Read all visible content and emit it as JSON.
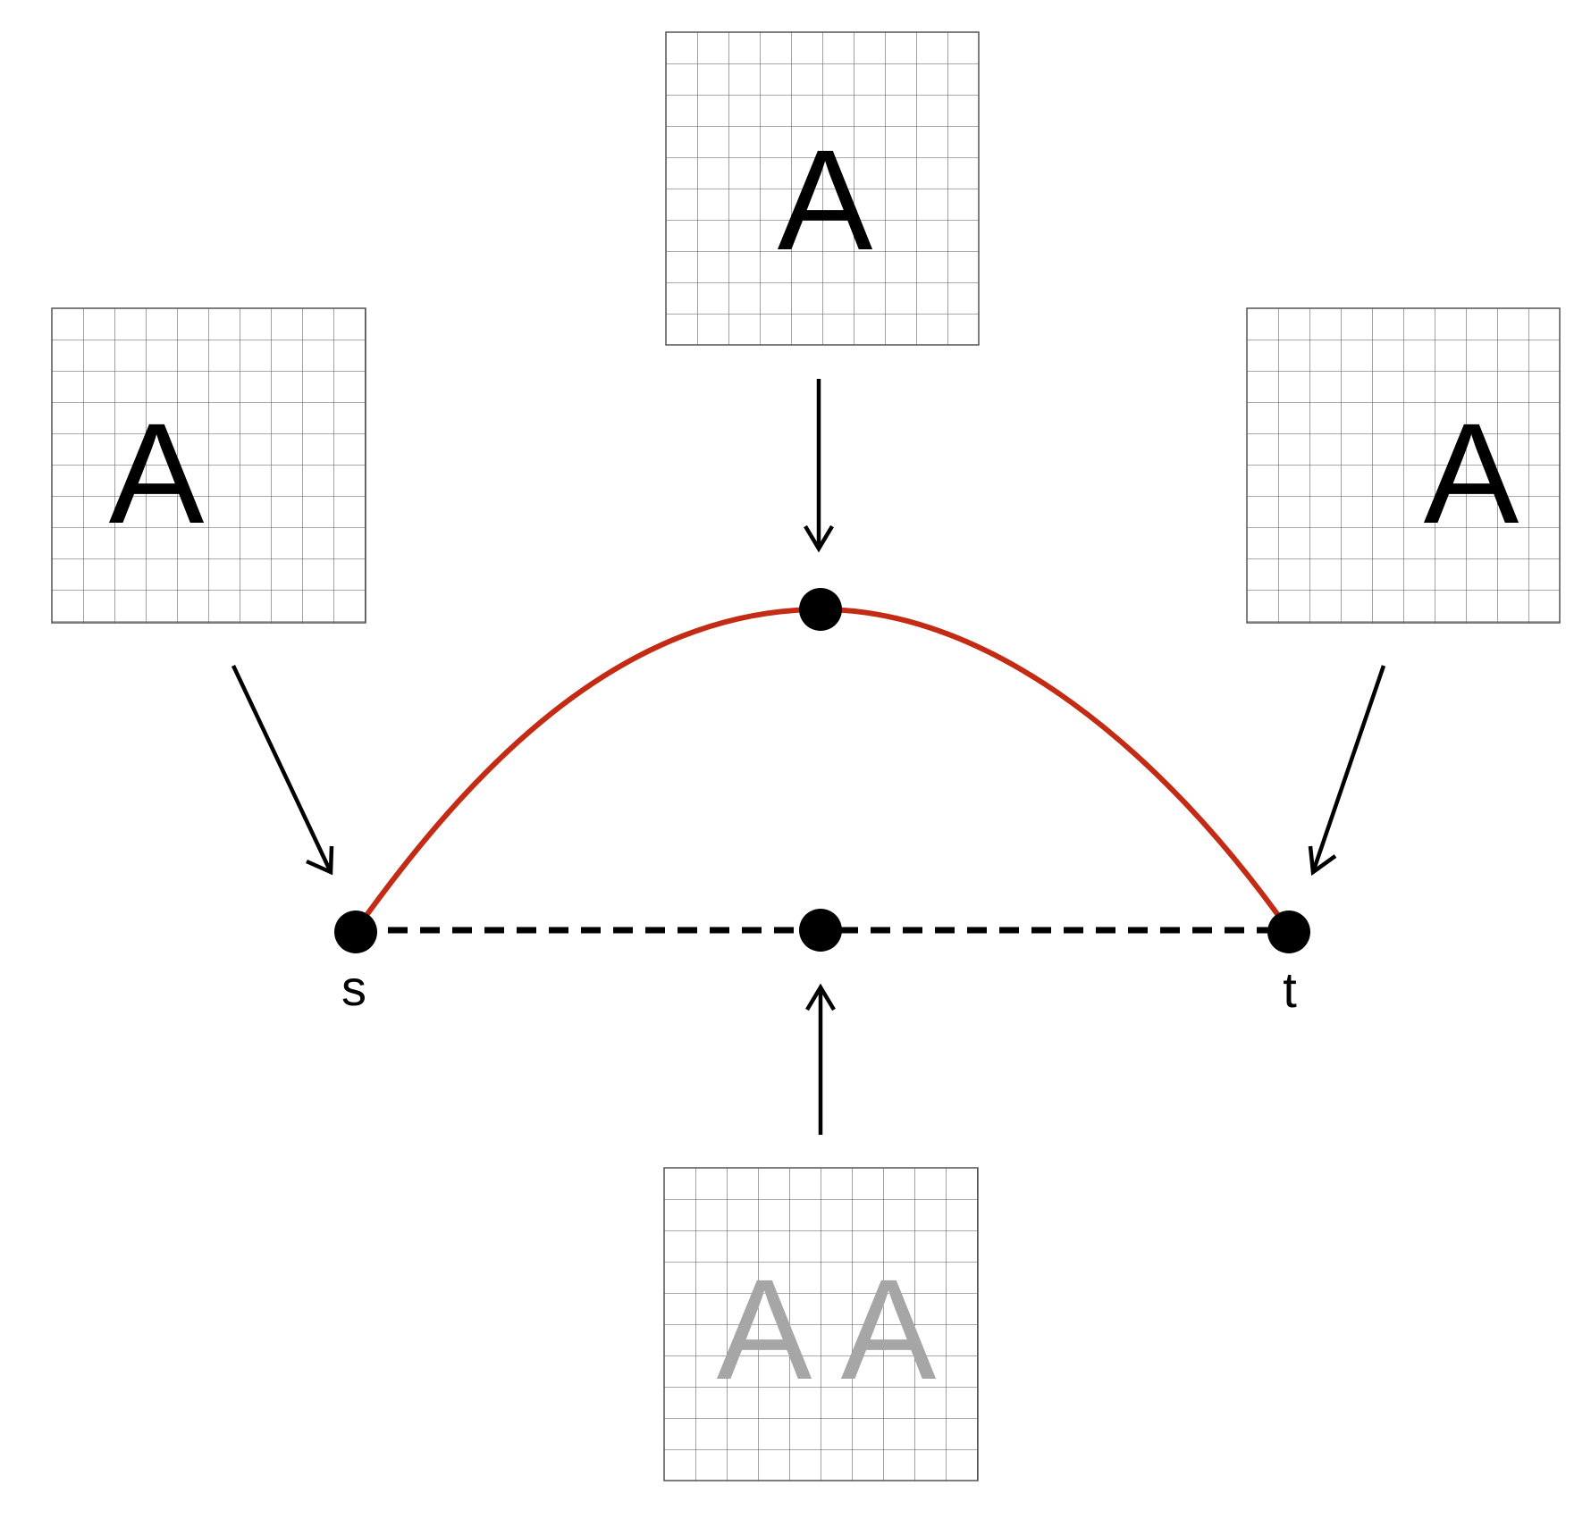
{
  "colors": {
    "curve": "#c42b14",
    "dashed_line": "#000000",
    "point": "#000000",
    "glyph_dark": "#000000",
    "glyph_faded": "#a6a6a6",
    "grid": "#555555"
  },
  "points": {
    "start_label": "s",
    "end_label": "t"
  },
  "panels": {
    "left": {
      "glyphs": [
        "A"
      ],
      "color": "dark"
    },
    "top": {
      "glyphs": [
        "A"
      ],
      "color": "dark"
    },
    "right": {
      "glyphs": [
        "A"
      ],
      "color": "dark"
    },
    "bottom": {
      "glyphs": [
        "A",
        "A"
      ],
      "color": "faded"
    }
  }
}
